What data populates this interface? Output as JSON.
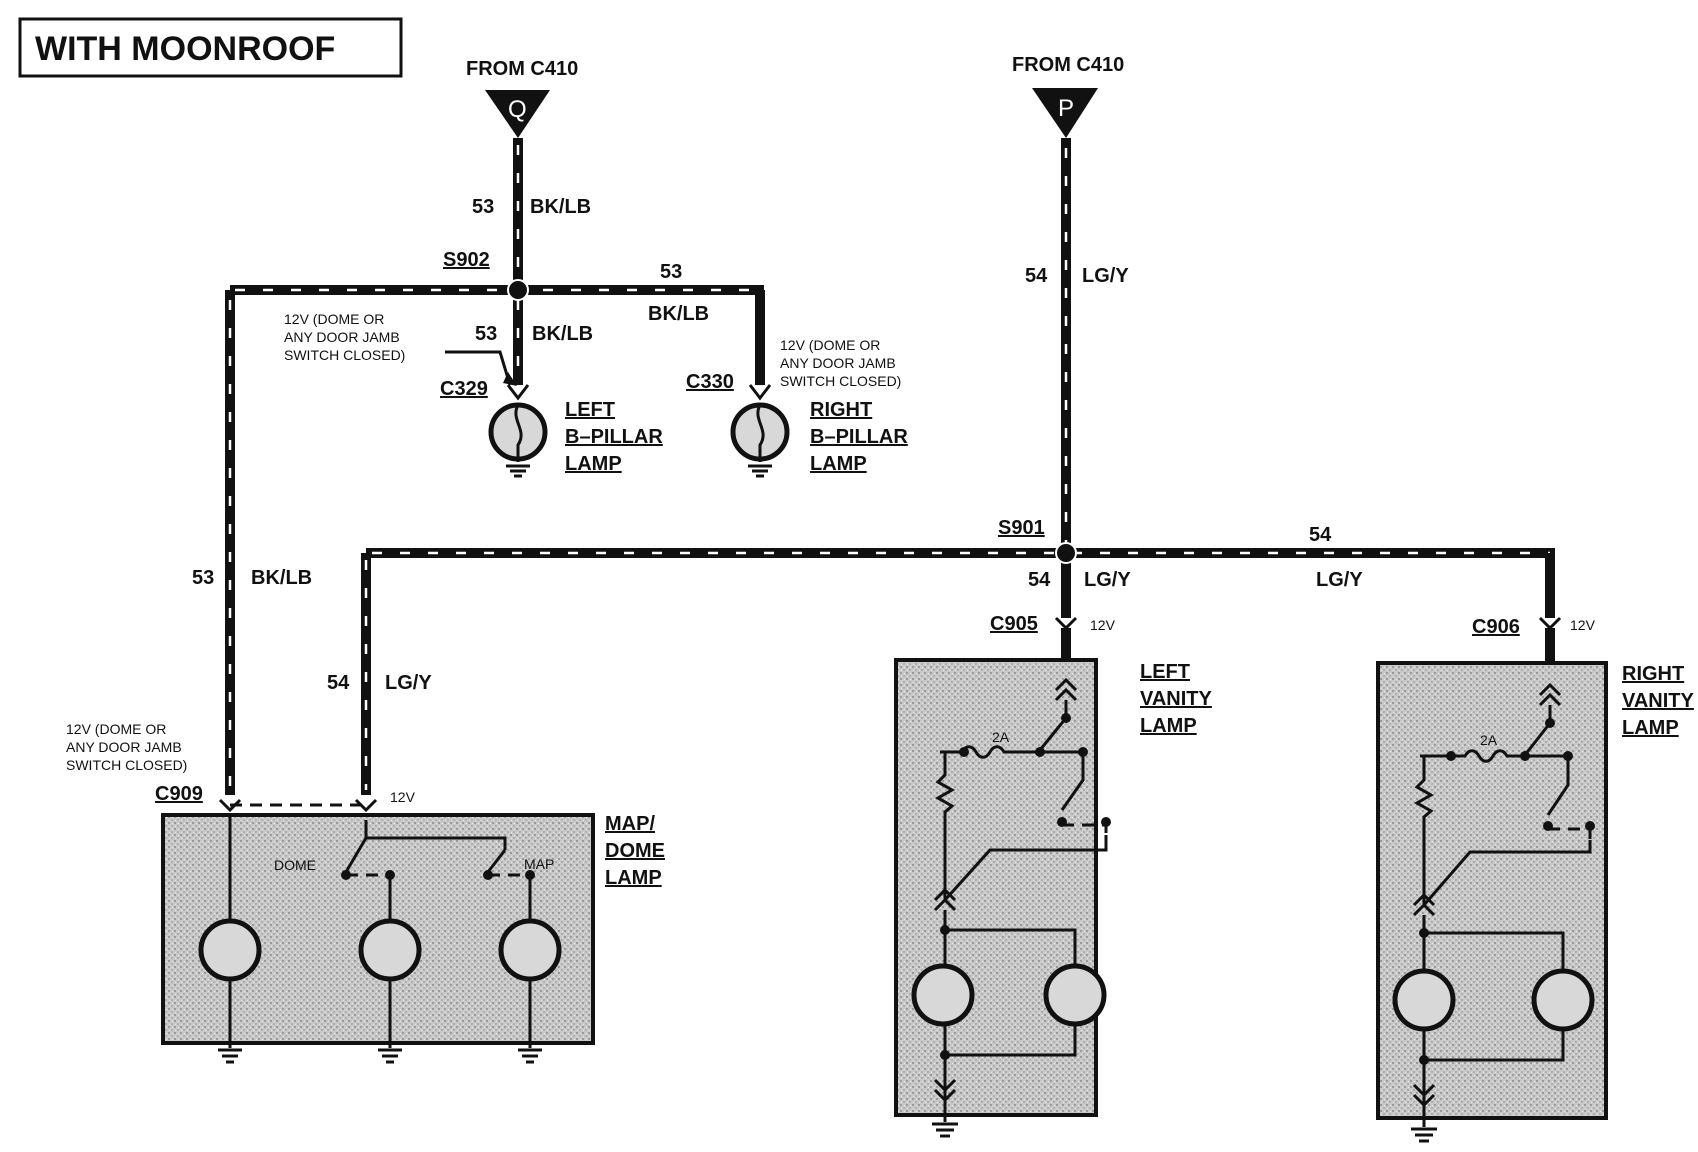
{
  "title": "WITH MOONROOF",
  "sources": {
    "q": {
      "from": "FROM C410",
      "letter": "Q"
    },
    "p": {
      "from": "FROM C410",
      "letter": "P"
    }
  },
  "wires": {
    "circuit_53": "53",
    "color_53": "BK/LB",
    "circuit_54": "54",
    "color_54": "LG/Y"
  },
  "splices": {
    "s902": "S902",
    "s901": "S901"
  },
  "connectors": {
    "c329": "C329",
    "c330": "C330",
    "c909": "C909",
    "c905": "C905",
    "c906": "C906"
  },
  "notes": {
    "jamb_line1": "12V (DOME OR",
    "jamb_line2": "ANY DOOR  JAMB",
    "jamb_line3": "SWITCH   CLOSED)",
    "v12": "12V"
  },
  "components": {
    "left_bpillar": [
      "LEFT",
      "B–PILLAR",
      "LAMP"
    ],
    "right_bpillar": [
      "RIGHT",
      "B–PILLAR",
      "LAMP"
    ],
    "left_vanity": [
      "LEFT",
      "VANITY",
      "LAMP"
    ],
    "right_vanity": [
      "RIGHT",
      "VANITY",
      "LAMP"
    ],
    "map_dome": [
      "MAP/",
      "DOME",
      "LAMP"
    ]
  },
  "switch_labels": {
    "dome": "DOME",
    "map": "MAP",
    "fuse": "2A"
  }
}
